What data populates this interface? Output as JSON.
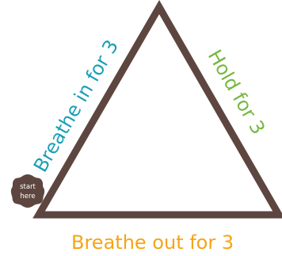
{
  "diagram": {
    "labels": {
      "inhale": "Breathe in for 3",
      "hold": "Hold for 3",
      "exhale": "Breathe out for 3"
    },
    "start_badge": {
      "line1": "start",
      "line2": "here"
    }
  },
  "colors": {
    "triangle_stroke": "#5e4640",
    "inhale": "#1a9fb6",
    "hold": "#74b83f",
    "exhale": "#f5a417",
    "badge_fill": "#5e4640",
    "badge_text": "#ffffff",
    "background": "#ffffff"
  }
}
